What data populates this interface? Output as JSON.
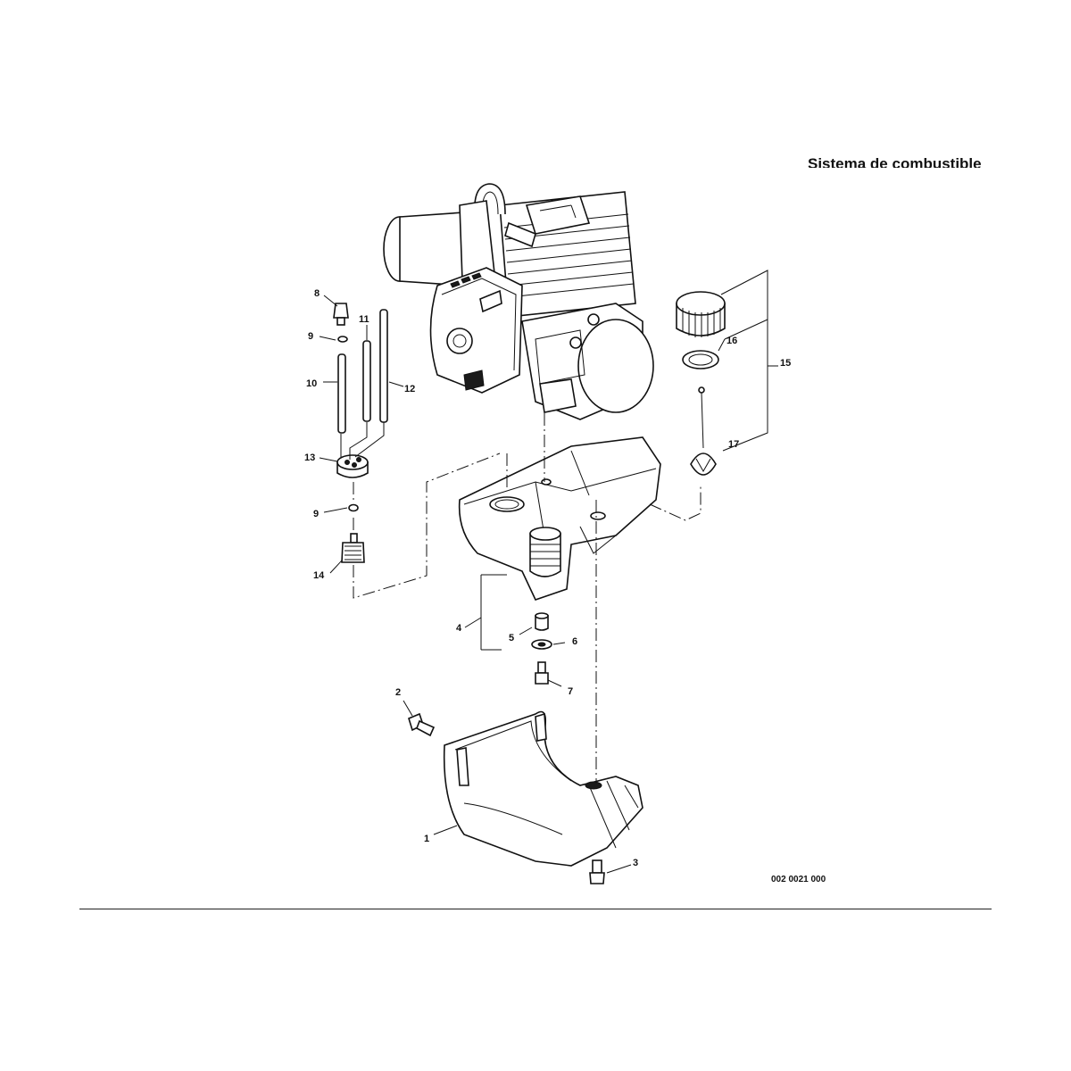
{
  "title": "Sistema de combustible",
  "drawing_code": "002 0021 000",
  "callouts": {
    "c1": "1",
    "c2": "2",
    "c3": "3",
    "c4": "4",
    "c5": "5",
    "c6": "6",
    "c7": "7",
    "c8": "8",
    "c9a": "9",
    "c9b": "9",
    "c10": "10",
    "c11": "11",
    "c12": "12",
    "c13": "13",
    "c14": "14",
    "c15": "15",
    "c16": "16",
    "c17": "17"
  }
}
